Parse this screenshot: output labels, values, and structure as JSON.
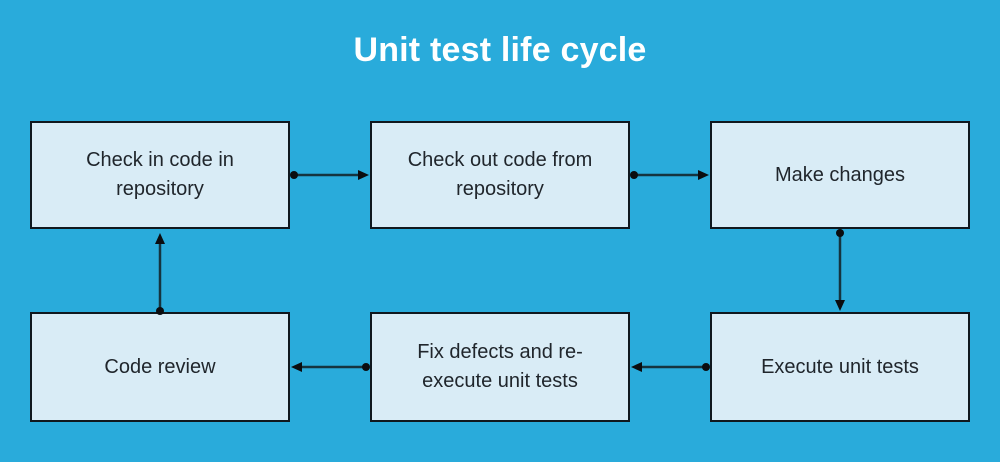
{
  "title": "Unit test life cycle",
  "colors": {
    "background": "#29abdb",
    "node_fill": "#d9ecf6",
    "node_border": "#10181e",
    "connector": "#15343f",
    "marker": "#0b0d10",
    "title_text": "#ffffff",
    "node_text": "#20262c"
  },
  "diagram": {
    "nodes": [
      {
        "id": "check-in",
        "label": "Check in code in repository"
      },
      {
        "id": "check-out",
        "label": "Check out code from repository"
      },
      {
        "id": "make-changes",
        "label": "Make changes"
      },
      {
        "id": "code-review",
        "label": "Code review"
      },
      {
        "id": "fix-defects",
        "label": "Fix defects and re-execute unit tests"
      },
      {
        "id": "execute-tests",
        "label": "Execute unit tests"
      }
    ],
    "edges": [
      {
        "from": "check-in",
        "to": "check-out"
      },
      {
        "from": "check-out",
        "to": "make-changes"
      },
      {
        "from": "make-changes",
        "to": "execute-tests"
      },
      {
        "from": "execute-tests",
        "to": "fix-defects"
      },
      {
        "from": "fix-defects",
        "to": "code-review"
      },
      {
        "from": "code-review",
        "to": "check-in"
      }
    ]
  }
}
